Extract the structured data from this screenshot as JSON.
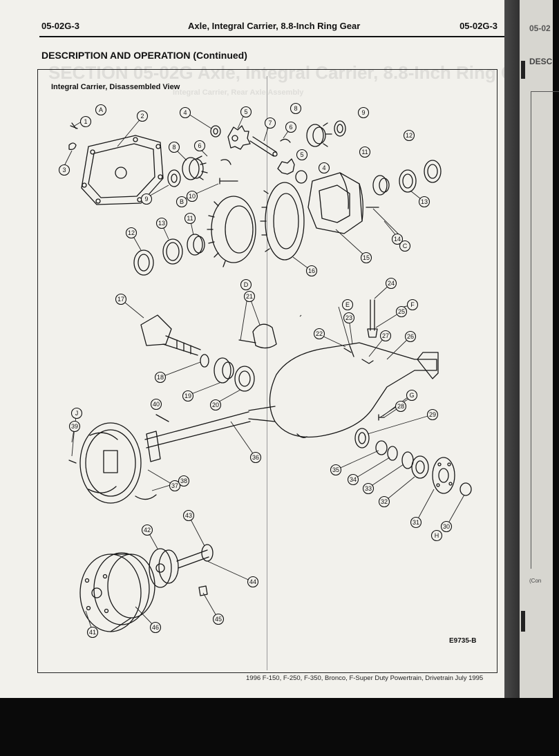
{
  "header": {
    "page_number_left": "05-02G-3",
    "title": "Axle, Integral Carrier, 8.8-Inch Ring Gear",
    "page_number_right": "05-02G-3"
  },
  "section_heading": "DESCRIPTION AND OPERATION (Continued)",
  "figure": {
    "title": "Integral Carrier, Disassembled View",
    "code": "E9735-B",
    "callouts": [
      "1",
      "2",
      "3",
      "4",
      "5",
      "6",
      "7",
      "8",
      "9",
      "10",
      "11",
      "12",
      "13",
      "14",
      "15",
      "16",
      "17",
      "18",
      "19",
      "20",
      "21",
      "22",
      "23",
      "24",
      "25",
      "26",
      "27",
      "28",
      "29",
      "30",
      "31",
      "32",
      "33",
      "34",
      "35",
      "36",
      "37",
      "38",
      "39",
      "40",
      "41",
      "42",
      "43",
      "44",
      "45",
      "46"
    ],
    "letter_callouts": [
      "A",
      "B",
      "C",
      "D",
      "E",
      "F",
      "G",
      "H",
      "J"
    ]
  },
  "footer": "1996 F-150, F-250, F-350, Bronco, F-Super Duty Powertrain, Drivetrain July 1995",
  "next_page": {
    "header": "05-02",
    "heading": "DESC",
    "continued": "(Con"
  },
  "show_through": {
    "section_title": "SECTION 05-02G Axle, Integral Carrier, 8.8-Inch Ring Gear",
    "subtitle": "Integral Carrier, Rear Axle Assembly"
  }
}
